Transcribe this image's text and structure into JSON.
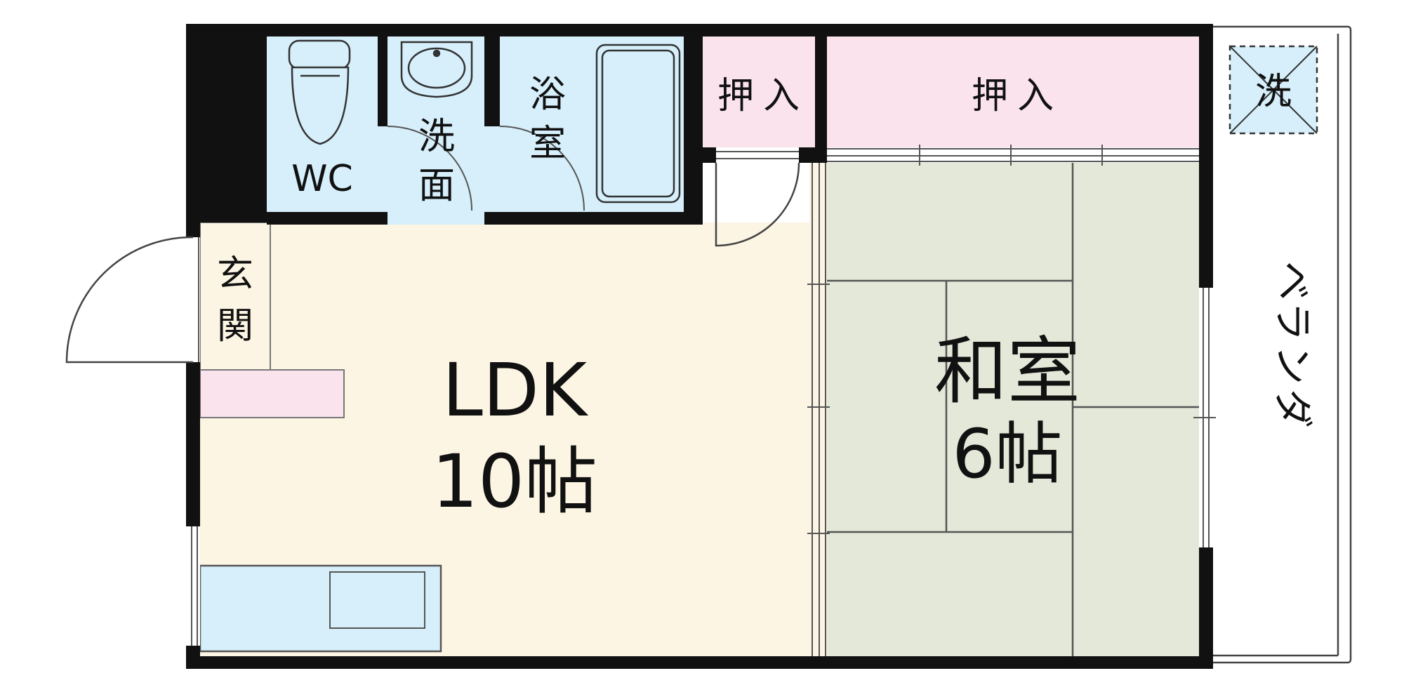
{
  "labels": {
    "wc": "WC",
    "washroom_1": "洗",
    "washroom_2": "面",
    "bath_1": "浴",
    "bath_2": "室",
    "closet_small_1": "押",
    "closet_small_2": "入",
    "closet_large_1": "押",
    "closet_large_2": "入",
    "entrance_1": "玄",
    "entrance_2": "関",
    "ldk_name": "LDK",
    "ldk_size": "10帖",
    "washitsu_name": "和室",
    "washitsu_size": "6帖",
    "veranda_1": "ベ",
    "veranda_2": "ラ",
    "veranda_3": "ン",
    "veranda_4": "ダ",
    "washer": "洗"
  },
  "colors": {
    "wall": "#111111",
    "ldk_floor": "#fdf5e4",
    "wet_area": "#d6effb",
    "closet": "#fbe3ee",
    "tatami": "#e3e8d8",
    "line": "#666666"
  }
}
